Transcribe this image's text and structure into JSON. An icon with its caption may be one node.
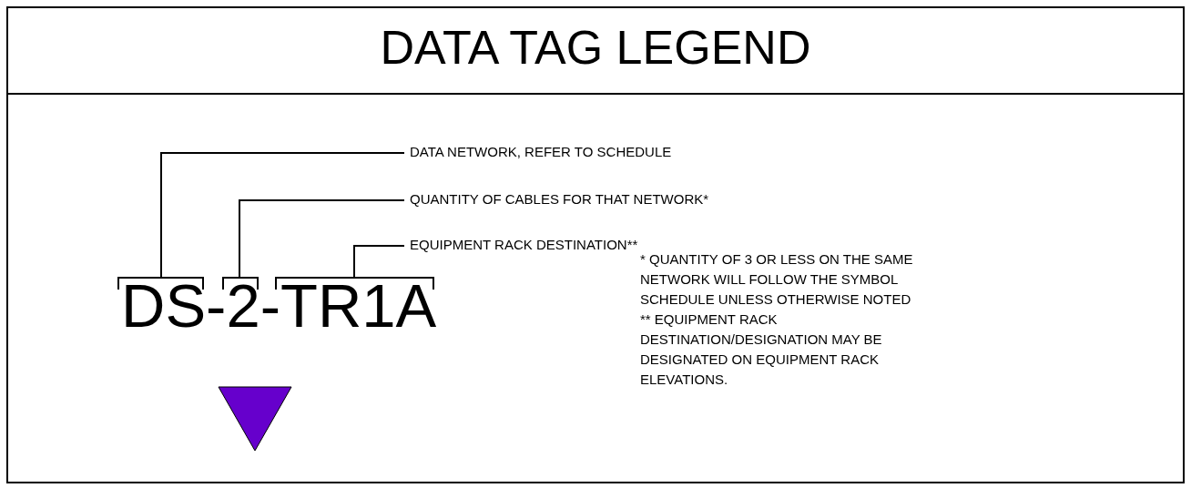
{
  "diagram": {
    "title": "DATA TAG LEGEND",
    "nodes": [
      {
        "text": [
          "DATA NETWORK, REFER TO SCHEDULE"
        ]
      },
      {
        "text": [
          "QUANTITY OF CABLES FOR THAT NETWORK*"
        ]
      },
      {
        "text": [
          "EQUIPMENT RACK DESTINATION**"
        ]
      },
      {
        "text": [],
        "shape": "bracket"
      },
      {
        "text": [],
        "shape": "bracket"
      },
      {
        "text": [],
        "shape": "bracket"
      },
      {
        "text": [],
        "shape": "triangle"
      }
    ],
    "edges": [
      {
        "from": 0,
        "to": 3,
        "arrow": "none"
      },
      {
        "from": 1,
        "to": 4,
        "arrow": "none"
      },
      {
        "from": 2,
        "to": 5,
        "arrow": "none"
      }
    ],
    "labels": [
      "DS-2-TR1A",
      "* QUANTITY OF 3 OR LESS ON THE SAME NETWORK WILL FOLLOW THE SYMBOL SCHEDULE UNLESS OTHERWISE NOTED",
      "** EQUIPMENT RACK DESTINATION/DESIGNATION MAY BE DESIGNATED ON EQUIPMENT RACK ELEVATIONS."
    ]
  }
}
